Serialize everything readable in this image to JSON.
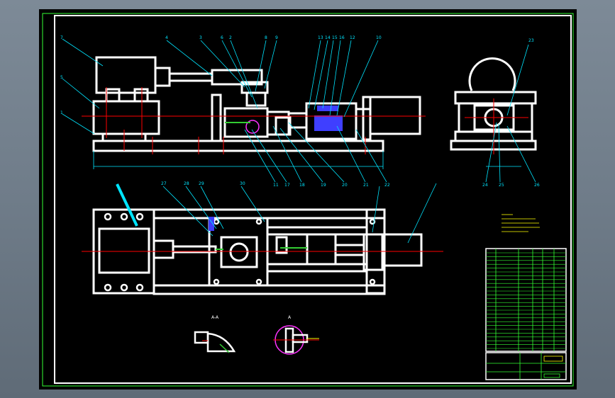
{
  "drawing": {
    "balloon_labels": [
      "7",
      "5",
      "1",
      "4",
      "3",
      "6",
      "2",
      "8",
      "9",
      "13",
      "14",
      "15",
      "16",
      "12",
      "10",
      "11",
      "17",
      "18",
      "19",
      "20",
      "21",
      "22",
      "23",
      "24",
      "25",
      "26",
      "27",
      "28",
      "29",
      "30"
    ],
    "section_label": "A-A",
    "view_label": "A",
    "colors": {
      "outline": "#ffffff",
      "centerline": "#ff0000",
      "leader": "#00e5ff",
      "dimension": "#00e5ff",
      "hatch": "#3f3fff",
      "green_part": "#33cc33",
      "magenta_part": "#ff33ff",
      "notes": "#ffff00",
      "title_block": "#33ff33",
      "border": "#ffffff"
    }
  }
}
